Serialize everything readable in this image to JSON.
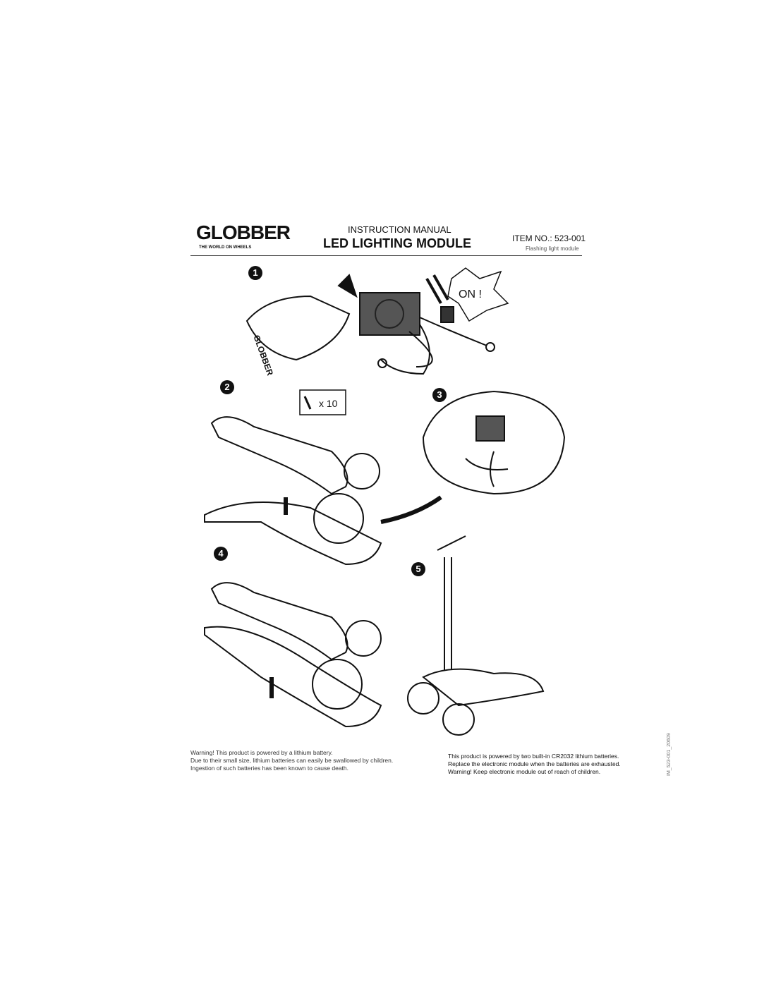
{
  "header": {
    "brand": "GLOBBER",
    "tagline": "THE WORLD ON WHEELS",
    "doc_type": "INSTRUCTION MANUAL",
    "title": "LED LIGHTING MODULE",
    "item_no": "ITEM NO.: 523-001",
    "subtitle": "Flashing light module"
  },
  "steps": {
    "s1": "1",
    "s2": "2",
    "s3": "3",
    "s4": "4",
    "s5": "5"
  },
  "step1": {
    "bag_label": "GLOBBER",
    "callout": "ON !"
  },
  "step2": {
    "screw_count": "x 10"
  },
  "footer": {
    "warning_lines": [
      "Warning! This product is powered by a lithium battery.",
      "Due to their small size, lithium batteries can easily be swallowed by children.",
      "Ingestion of such batteries has been known to cause death."
    ],
    "info_lines": [
      "This product is powered by two built-in CR2032 lithium batteries.",
      "Replace the electronic module when the batteries are exhausted.",
      "Warning! Keep electronic module out of reach of children."
    ],
    "doc_code": "IM_523-001_20609"
  }
}
